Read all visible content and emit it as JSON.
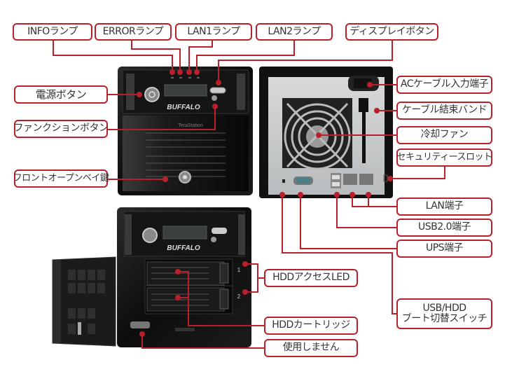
{
  "colors": {
    "accent": "#b8202b",
    "label_text": "#333333",
    "device_black": "#121212",
    "rear_panel": "#c9ccce"
  },
  "brand": {
    "logo": "BUFFALO",
    "product": "TeraStation"
  },
  "front_unit": {
    "led_labels": [
      "INFO",
      "ERROR",
      "LAN1",
      "LAN2"
    ],
    "callouts": {
      "info_lamp": "INFOランプ",
      "error_lamp": "ERRORランプ",
      "lan1_lamp": "LAN1ランプ",
      "lan2_lamp": "LAN2ランプ",
      "display_button": "ディスプレイボタン",
      "power_button": "電源ボタン",
      "function_button": "ファンクションボタン",
      "front_bay_key": "フロントオープンベイ鍵"
    }
  },
  "rear_unit": {
    "callouts": {
      "ac_input": "ACケーブル入力端子",
      "cable_band": "ケーブル結束バンド",
      "cooling_fan": "冷却ファン",
      "security_slot": "セキュリティースロット",
      "lan_port": "LAN端子",
      "usb_port": "USB2.0端子",
      "ups_port": "UPS端子",
      "boot_switch_line1": "USB/HDD",
      "boot_switch_line2": "ブート切替スイッチ"
    }
  },
  "open_unit": {
    "bay_numbers": [
      "1",
      "2"
    ],
    "callouts": {
      "hdd_access_led": "HDDアクセスLED",
      "hdd_cartridge": "HDDカートリッジ",
      "unused": "使用しません"
    }
  }
}
